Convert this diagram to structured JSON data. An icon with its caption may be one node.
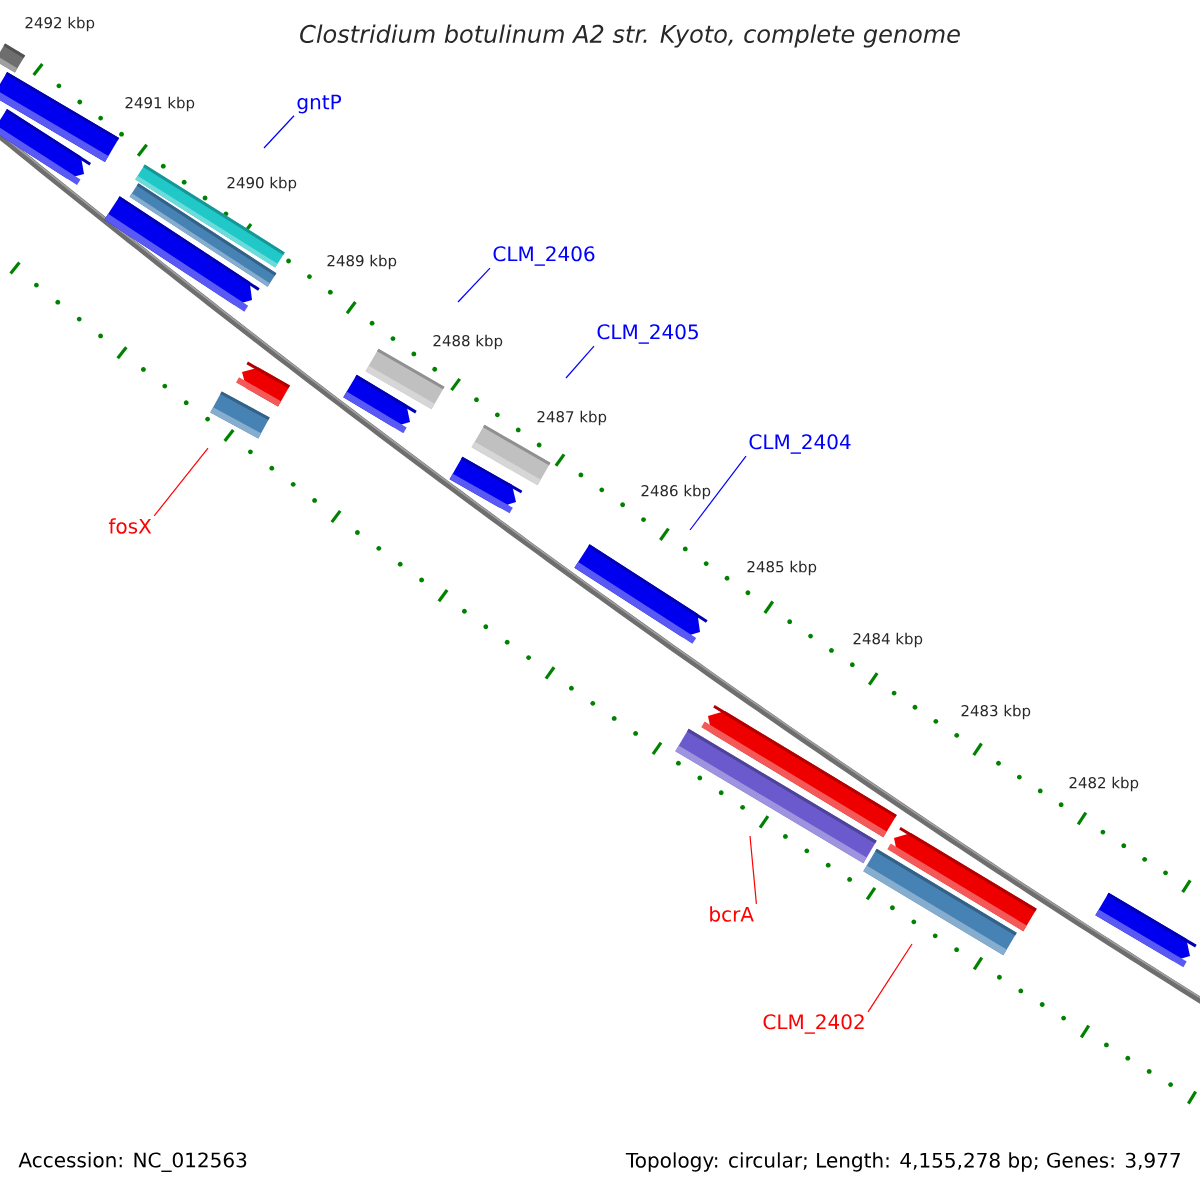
{
  "diagram": {
    "title": "Clostridium botulinum A2 str. Kyoto, complete genome",
    "nodes": [
      {
        "text": [
          "gntP"
        ]
      },
      {
        "text": [
          "CLM_2406"
        ]
      },
      {
        "text": [
          "CLM_2405"
        ]
      },
      {
        "text": [
          "CLM_2404"
        ]
      },
      {
        "text": [
          "fosX"
        ]
      },
      {
        "text": [
          "bcrA"
        ]
      },
      {
        "text": [
          "CLM_2402"
        ]
      }
    ],
    "edges": [
      {
        "from": 0,
        "to": null,
        "arrow": "none"
      },
      {
        "from": 1,
        "to": null,
        "arrow": "none"
      },
      {
        "from": 2,
        "to": null,
        "arrow": "none"
      },
      {
        "from": 3,
        "to": null,
        "arrow": "none"
      },
      {
        "from": 4,
        "to": null,
        "arrow": "none",
        "color": "#ff0000"
      },
      {
        "from": 5,
        "to": null,
        "arrow": "none",
        "color": "#ff0000"
      },
      {
        "from": 6,
        "to": null,
        "arrow": "none",
        "color": "#ff0000"
      }
    ],
    "labels": [
      "2492 kbp",
      "2491 kbp",
      "2490 kbp",
      "2489 kbp",
      "2488 kbp",
      "2487 kbp",
      "2486 kbp",
      "2485 kbp",
      "2484 kbp",
      "2483 kbp",
      "2482 kbp",
      "Accession: NC_012563",
      "Topology: circular; Length: 4,155,278 bp; Genes: 3,977"
    ]
  }
}
